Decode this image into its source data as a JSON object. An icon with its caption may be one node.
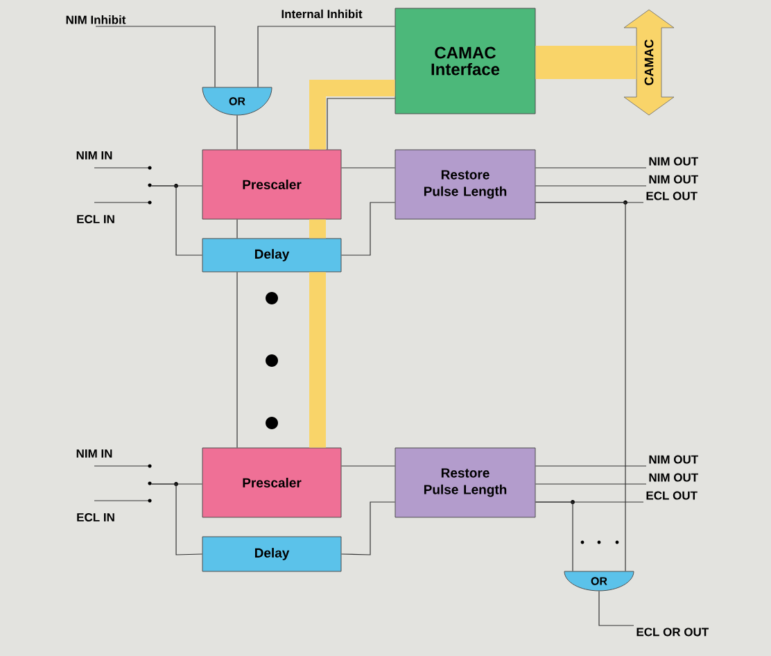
{
  "diagram": {
    "nodes": [
      {
        "text": [
          "NIM Inhibit"
        ]
      },
      {
        "text": [
          "CAMAC Interface"
        ]
      },
      {
        "text": [
          "CAMAC"
        ]
      },
      {
        "text": [
          "OR"
        ]
      },
      {
        "text": [
          "Prescaler"
        ]
      },
      {
        "text": [
          "Restore Pulse Length"
        ]
      },
      {
        "text": [
          "Delay"
        ]
      },
      {
        "text": [
          "NIM OUT"
        ]
      },
      {
        "text": [
          "NIM OUT"
        ]
      },
      {
        "text": [
          "ECL OUT"
        ]
      },
      {
        "text": [
          "Prescaler"
        ]
      },
      {
        "text": [
          "Restore Pulse Length"
        ]
      },
      {
        "text": [
          "Delay"
        ]
      },
      {
        "text": [
          "NIM OUT"
        ]
      },
      {
        "text": [
          "NIM OUT"
        ]
      },
      {
        "text": [
          "ECL OUT"
        ]
      },
      {
        "text": [
          "OR"
        ]
      },
      {
        "text": [
          "ECL OR OUT"
        ]
      },
      {
        "text": [],
        "shape": "switch"
      },
      {
        "text": [],
        "shape": "switch"
      }
    ],
    "edges": [
      {
        "from": 0,
        "to": 3,
        "arrow": "none"
      },
      {
        "from": 1,
        "to": 3,
        "arrow": "none",
        "label": "Internal Inhibit"
      },
      {
        "from": 3,
        "to": 4,
        "arrow": "none"
      },
      {
        "from": 4,
        "to": 6,
        "arrow": "none"
      },
      {
        "from": 6,
        "to": 10,
        "arrow": "none"
      },
      {
        "from": 1,
        "to": 2,
        "arrow": "none",
        "style": "thick",
        "color": "#f9d469"
      },
      {
        "from": 1,
        "to": 4,
        "arrow": "none",
        "style": "thick",
        "color": "#f9d469"
      },
      {
        "from": 4,
        "to": 6,
        "arrow": "none",
        "style": "thick",
        "color": "#f9d469"
      },
      {
        "from": 6,
        "to": 10,
        "arrow": "none",
        "style": "thick",
        "color": "#f9d469"
      },
      {
        "from": 1,
        "to": 4,
        "arrow": "none"
      },
      {
        "from": 4,
        "to": 5,
        "arrow": "none"
      },
      {
        "from": 6,
        "to": 5,
        "arrow": "none"
      },
      {
        "from": 5,
        "to": 7,
        "arrow": "none"
      },
      {
        "from": 5,
        "to": 8,
        "arrow": "none"
      },
      {
        "from": 5,
        "to": 9,
        "arrow": "none"
      },
      {
        "from": 5,
        "to": 16,
        "arrow": "none"
      },
      {
        "from": 10,
        "to": 11,
        "arrow": "none"
      },
      {
        "from": 12,
        "to": 11,
        "arrow": "none"
      },
      {
        "from": 11,
        "to": 13,
        "arrow": "none"
      },
      {
        "from": 11,
        "to": 14,
        "arrow": "none"
      },
      {
        "from": 11,
        "to": 15,
        "arrow": "none"
      },
      {
        "from": 11,
        "to": 16,
        "arrow": "none"
      },
      {
        "from": 16,
        "to": 17,
        "arrow": "none"
      },
      {
        "from": 18,
        "to": 4,
        "arrow": "none"
      },
      {
        "from": 18,
        "to": 6,
        "arrow": "none"
      },
      {
        "from": 19,
        "to": 10,
        "arrow": "none"
      },
      {
        "from": 19,
        "to": 12,
        "arrow": "none"
      }
    ],
    "labels": [
      "NIM IN",
      "ECL IN",
      "NIM IN",
      "ECL IN"
    ]
  }
}
